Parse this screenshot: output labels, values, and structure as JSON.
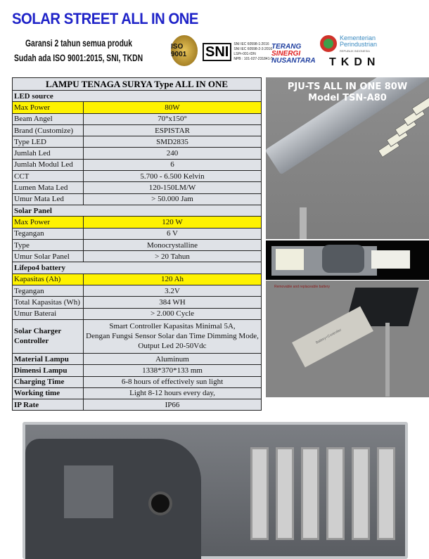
{
  "header": {
    "title": "SOLAR STREET ALL IN ONE",
    "line1": "Garansi 2 tahun semua produk",
    "line2": "Sudah ada ISO 9001:2015, SNI, TKDN"
  },
  "logos": {
    "iso": "ISO 9001",
    "sni": "SNI",
    "sni_lines": [
      "SNI IEC 60598-1:2016",
      "SNI IEC 60598-2-3:2016",
      "LSPr-001-IDN",
      "NPB : 101-027-231841-5"
    ],
    "terang": [
      "TERANG",
      "SINERGI",
      "NUSANTARA"
    ],
    "kemenperin": [
      "Kementerian",
      "Perindustrian",
      "REPUBLIK INDONESIA"
    ],
    "tkdn": "TKDN"
  },
  "table": {
    "title": "LAMPU TENAGA SURYA Type ALL IN ONE",
    "rows": [
      {
        "label": "LED source",
        "section": true
      },
      {
        "label": "Max Power",
        "value": "80W",
        "highlight": true
      },
      {
        "label": "Beam Angel",
        "value": "70°x150°"
      },
      {
        "label": "Brand (Customize)",
        "value": "ESPISTAR"
      },
      {
        "label": "Type LED",
        "value": "SMD2835"
      },
      {
        "label": "Jumlah Led",
        "value": "240"
      },
      {
        "label": "Jumlah Modul Led",
        "value": "6"
      },
      {
        "label": "CCT",
        "value": "5.700 - 6.500 Kelvin"
      },
      {
        "label": "Lumen Mata Led",
        "value": "120-150LM/W"
      },
      {
        "label": "Umur Mata Led",
        "value": "> 50.000 Jam"
      },
      {
        "label": "Solar  Panel",
        "section": true
      },
      {
        "label": "Max Power",
        "value": "120 W",
        "highlight": true
      },
      {
        "label": "Tegangan",
        "value": "6 V"
      },
      {
        "label": "Type",
        "value": "Monocrystalline"
      },
      {
        "label": "Umur Solar Panel",
        "value": "> 20 Tahun"
      },
      {
        "label": "Lifepo4 battery",
        "section": true
      },
      {
        "label": "Kapasitas (Ah)",
        "value": "120 Ah",
        "highlight": true
      },
      {
        "label": "Tegangan",
        "value": "3.2V"
      },
      {
        "label": "Total Kapasitas (Wh)",
        "value": "384 WH"
      },
      {
        "label": "Umur Baterai",
        "value": "> 2.000 Cycle"
      },
      {
        "label": "Solar Charger Controller",
        "value": "Smart Controller Kapasitas Minimal 5A,\nDengan Fungsi Sensor Solar dan Time Dimming Mode,\nOutput Led 20-50Vdc",
        "bold": true
      },
      {
        "label": "Material Lampu",
        "value": "Aluminum",
        "bold": true
      },
      {
        "label": "Dimensi Lampu",
        "value": "1338*370*133 mm",
        "bold": true
      },
      {
        "label": "Charging Time",
        "value": "6-8  hours of  effectively sun light",
        "bold": true
      },
      {
        "label": "Working time",
        "value": "Light 8-12 hours every day,",
        "bold": true
      },
      {
        "label": "IP Rate",
        "value": "IP66",
        "bold": true
      }
    ]
  },
  "photo": {
    "caption1": "PJU-TS ALL IN ONE 80W",
    "caption2": "Model TSN-A80",
    "battery_note": "Removable and replaceable battery",
    "battery_label": "Battery+Controller"
  },
  "colors": {
    "title": "#1f23c8",
    "highlight": "#fef200",
    "table_bg": "#dfe2e7"
  }
}
